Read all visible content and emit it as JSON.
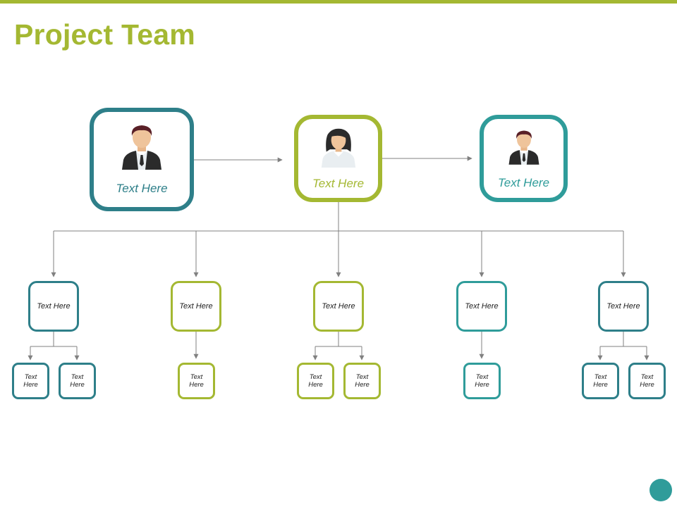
{
  "page": {
    "title": "Project Team",
    "colors": {
      "accent_green": "#a4b832",
      "teal": "#2f9c9a",
      "dark_teal": "#2e7f89",
      "connector": "#808080"
    }
  },
  "leads": [
    {
      "label": "Text Here",
      "color": "#2e7f89",
      "icon": "male-person-icon"
    },
    {
      "label": "Text Here",
      "color": "#a4b832",
      "icon": "female-person-icon"
    },
    {
      "label": "Text Here",
      "color": "#2f9c9a",
      "icon": "male-person-icon"
    }
  ],
  "groups": [
    {
      "label": "Text Here",
      "color": "#2e7f89",
      "children": [
        {
          "label": "Text Here"
        },
        {
          "label": "Text Here"
        }
      ]
    },
    {
      "label": "Text Here",
      "color": "#a4b832",
      "children": [
        {
          "label": "Text Here"
        }
      ]
    },
    {
      "label": "Text Here",
      "color": "#a4b832",
      "children": [
        {
          "label": "Text Here"
        },
        {
          "label": "Text Here"
        }
      ]
    },
    {
      "label": "Text Here",
      "color": "#2f9c9a",
      "children": [
        {
          "label": "Text Here"
        }
      ]
    },
    {
      "label": "Text Here",
      "color": "#2e7f89",
      "children": [
        {
          "label": "Text Here"
        },
        {
          "label": "Text Here"
        }
      ]
    }
  ]
}
